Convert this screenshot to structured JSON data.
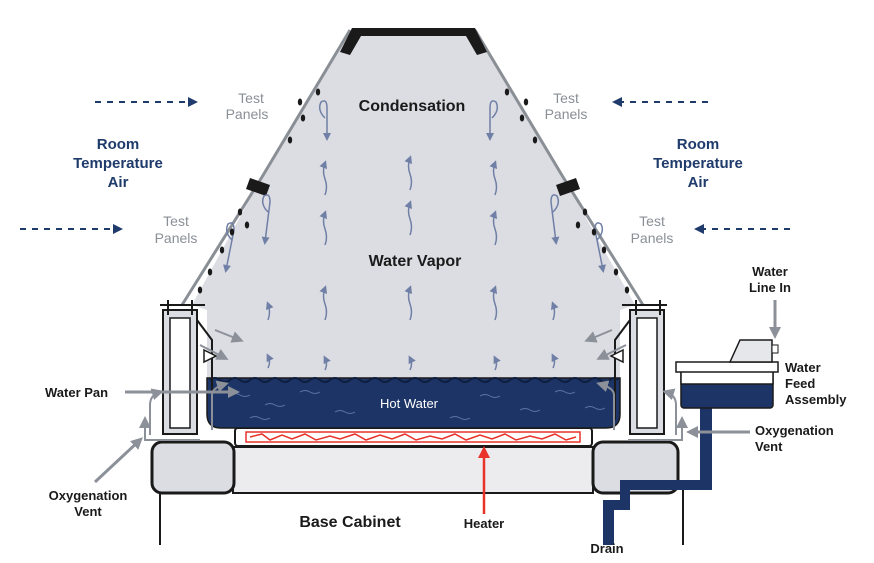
{
  "labels": {
    "condensation": "Condensation",
    "water_vapor": "Water Vapor",
    "hot_water": "Hot Water",
    "base_cabinet": "Base Cabinet",
    "heater": "Heater",
    "drain": "Drain",
    "water_pan": "Water Pan",
    "test_panels": "Test Panels",
    "room_temperature_air": "Room Temperature Air",
    "water_line_in": "Water Line In",
    "water_feed_assembly": "Water Feed Assembly",
    "oxygenation_vent": "Oxygenation Vent"
  },
  "lines": {
    "test_panels_1": "Test",
    "test_panels_2": "Panels",
    "room_1": "Room",
    "room_2": "Temperature",
    "room_3": "Air",
    "water_line_1": "Water",
    "water_line_2": "Line In",
    "feed_1": "Water",
    "feed_2": "Feed",
    "feed_3": "Assembly",
    "oxy_1": "Oxygenation",
    "oxy_2": "Vent"
  },
  "colors": {
    "navy": "#1f3b6b",
    "chamber_fill": "#dcdde3",
    "hot_water": "#1d3566",
    "heater_red": "#e8322a",
    "arrow_gray": "#8c9099",
    "vapor_arrow": "#6f7fa5"
  }
}
